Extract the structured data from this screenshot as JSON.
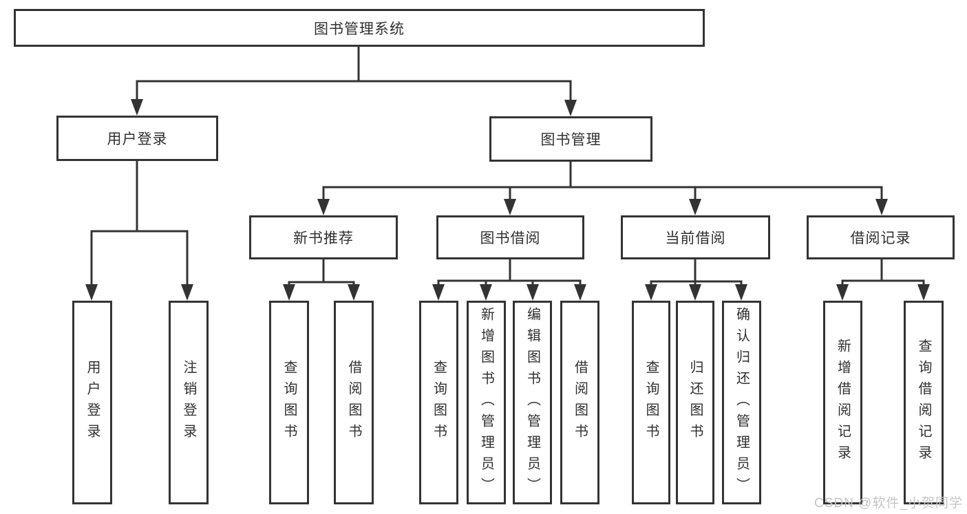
{
  "title": "图书管理系统",
  "colors": {
    "line": "#333333",
    "box_border": "#333333",
    "text": "#303030",
    "background": "#ffffff",
    "watermark": "#c5c5c5"
  },
  "watermark": {
    "text": "CSDN @软件_小贺同学"
  },
  "tree": {
    "root": {
      "label": "图书管理系统"
    },
    "branches": [
      {
        "label": "用户登录",
        "children": [
          {
            "label": "用户登录"
          },
          {
            "label": "注销登录"
          }
        ]
      },
      {
        "label": "图书管理",
        "children": [
          {
            "label": "新书推荐",
            "children": [
              {
                "label": "查询图书"
              },
              {
                "label": "借阅图书"
              }
            ]
          },
          {
            "label": "图书借阅",
            "children": [
              {
                "label": "查询图书"
              },
              {
                "label": "新增图书（管理员）"
              },
              {
                "label": "编辑图书（管理员）"
              },
              {
                "label": "借阅图书"
              }
            ]
          },
          {
            "label": "当前借阅",
            "children": [
              {
                "label": "查询图书"
              },
              {
                "label": "归还图书"
              },
              {
                "label": "确认归还（管理员）"
              }
            ]
          },
          {
            "label": "借阅记录",
            "children": [
              {
                "label": "新增借阅记录"
              },
              {
                "label": "查询借阅记录"
              }
            ]
          }
        ]
      }
    ]
  }
}
